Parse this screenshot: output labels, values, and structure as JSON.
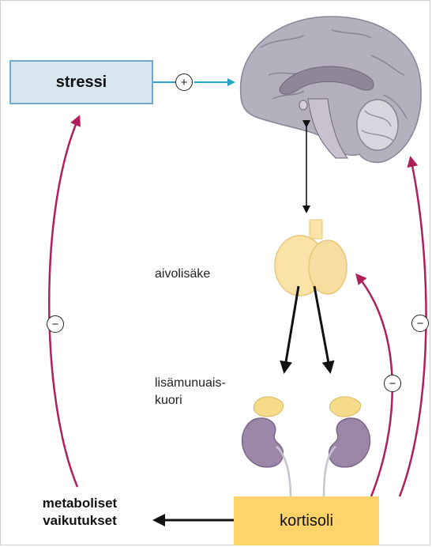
{
  "labels": {
    "stressi": "stressi",
    "aivolisake": "aivolisäke",
    "lisamunuaiskuori_line1": "lisämunuais-",
    "lisamunuaiskuori_line2": "kuori",
    "metaboliset_line1": "metaboliset",
    "metaboliset_line2": "vaikutukset",
    "kortisoli": "kortisoli"
  },
  "signs": {
    "plus": "+",
    "minus_left": "−",
    "minus_right_outer": "−",
    "minus_right_inner": "−"
  },
  "colors": {
    "stress_box_fill": "#d8e6f0",
    "stress_box_border": "#6fa9c8",
    "cortisol_box_fill": "#fdd36a",
    "feedback_arrow": "#b01f5a",
    "stress_arrow": "#2aa3c8",
    "brain": "#b4b0be",
    "pituitary": "#fbe2a6",
    "kidney": "#9c87a8",
    "adrenal": "#f6dc8a"
  },
  "icons": [
    "brain-illustration",
    "pituitary-gland-illustration",
    "left-kidney-illustration",
    "right-kidney-illustration"
  ]
}
